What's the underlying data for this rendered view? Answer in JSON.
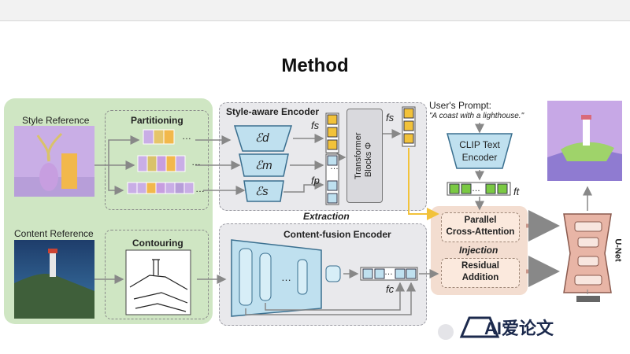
{
  "title": "Method",
  "labels": {
    "style_reference": "Style Reference",
    "partitioning": "Partitioning",
    "content_reference": "Content Reference",
    "contouring": "Contouring",
    "style_aware_encoder": "Style-aware Encoder",
    "content_fusion_encoder": "Content-fusion Encoder",
    "extraction": "Extraction",
    "injection": "Injection",
    "users_prompt": "User's Prompt:",
    "prompt_text": "\"A coast with a lighthouse.\"",
    "clip_text": "CLIP Text",
    "clip_encoder": "Encoder",
    "parallel": "Parallel",
    "cross_attention": "Cross-Attention",
    "residual": "Residual",
    "addition": "Addition",
    "transformer": "Transformer",
    "blocks": "Blocks Φ",
    "unet": "U-Net",
    "enc_d": "ℰd",
    "enc_m": "ℰm",
    "enc_s": "ℰs",
    "f_s": "fs",
    "f_s2": "fs",
    "f_p": "fp",
    "f_t": "ft",
    "f_c": "fc",
    "ellipsis": "…",
    "watermark": "AI爱论文"
  },
  "colors": {
    "green_panel": "#cfe6c3",
    "gray_panel": "#e9e9ec",
    "encoder_blue": "#bfe0ef",
    "token_yellow": "#f2c23a",
    "token_green": "#7ac943",
    "peach_panel": "#f3ddd0",
    "unet_pink": "#e8b5a6",
    "arrow_yellow": "#f2c23a"
  }
}
